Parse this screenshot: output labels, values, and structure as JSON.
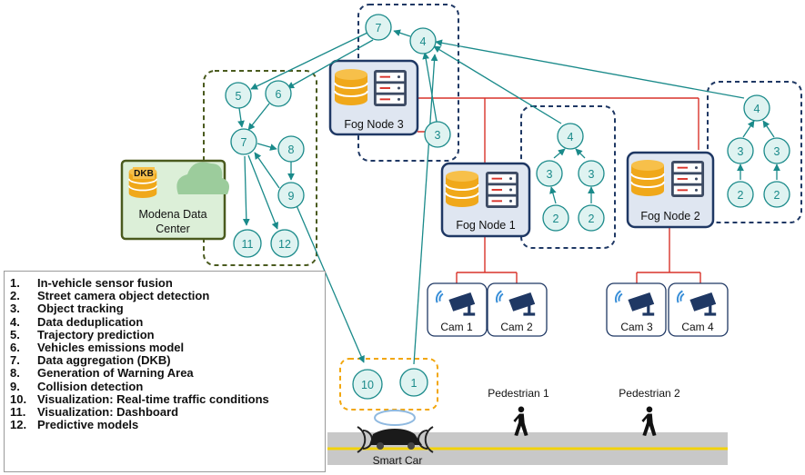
{
  "fog_nodes": [
    {
      "label": "Fog Node 3"
    },
    {
      "label": "Fog Node 1"
    },
    {
      "label": "Fog Node 2"
    }
  ],
  "data_center": {
    "badge": "DKB",
    "label_line1": "Modena Data",
    "label_line2": "Center"
  },
  "cameras": [
    "Cam 1",
    "Cam 2",
    "Cam 3",
    "Cam 4"
  ],
  "pedestrians": [
    "Pedestrian 1",
    "Pedestrian 2"
  ],
  "car_label": "Smart Car",
  "nodes": {
    "top7": "7",
    "top4": "4",
    "top3": "3",
    "dc5": "5",
    "dc6": "6",
    "dc7": "7",
    "dc8": "8",
    "dc9": "9",
    "dc11": "11",
    "dc12": "12",
    "f1_4": "4",
    "f1_3a": "3",
    "f1_3b": "3",
    "f1_2a": "2",
    "f1_2b": "2",
    "f2_4": "4",
    "f2_3a": "3",
    "f2_3b": "3",
    "f2_2a": "2",
    "f2_2b": "2",
    "car10": "10",
    "car1": "1"
  },
  "legend": [
    {
      "num": "1.",
      "text": "In-vehicle sensor fusion"
    },
    {
      "num": "2.",
      "text": "Street camera object detection"
    },
    {
      "num": "3.",
      "text": "Object tracking"
    },
    {
      "num": "4.",
      "text": "Data deduplication"
    },
    {
      "num": "5.",
      "text": "Trajectory prediction"
    },
    {
      "num": "6.",
      "text": "Vehicles emissions model"
    },
    {
      "num": "7.",
      "text": "Data aggregation (DKB)"
    },
    {
      "num": "8.",
      "text": "Generation of Warning Area"
    },
    {
      "num": "9.",
      "text": "Collision detection"
    },
    {
      "num": "10.",
      "text": "Visualization: Real-time traffic conditions"
    },
    {
      "num": "11.",
      "text": "Visualization: Dashboard"
    },
    {
      "num": "12.",
      "text": "Predictive models"
    }
  ],
  "colors": {
    "teal": "#1a8a8a",
    "navy": "#1f3864",
    "olive": "#4a5a1e",
    "orange": "#f2a60c",
    "red": "#d9322a"
  }
}
